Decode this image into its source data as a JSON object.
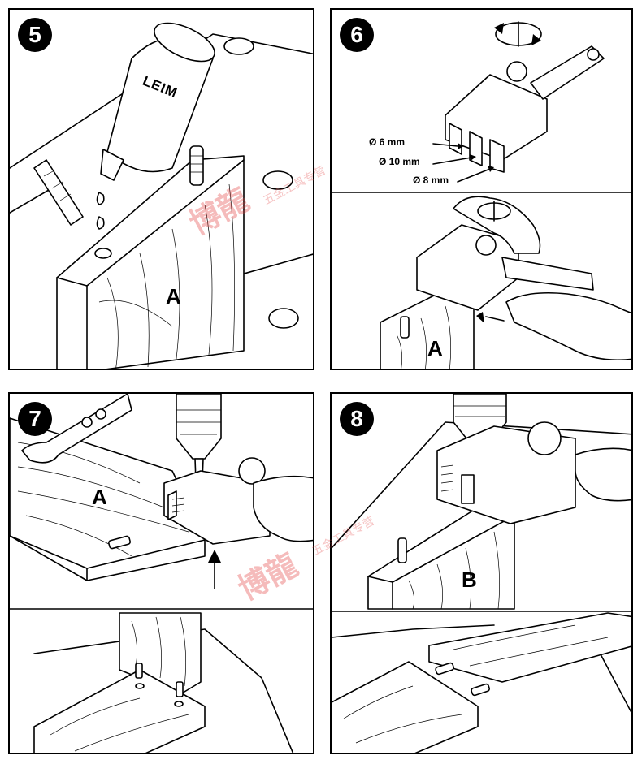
{
  "panels": [
    {
      "number": "5",
      "labels": {
        "board": "A",
        "bottle": "LEIM"
      }
    },
    {
      "number": "6",
      "labels": {
        "d6": "Ø 6 mm",
        "d10": "Ø 10 mm",
        "d8": "Ø 8 mm",
        "board": "A"
      }
    },
    {
      "number": "7",
      "labels": {
        "board": "A"
      }
    },
    {
      "number": "8",
      "labels": {
        "board": "B"
      }
    }
  ],
  "watermark": {
    "main": "博龍",
    "sub": "五金工具专营"
  }
}
